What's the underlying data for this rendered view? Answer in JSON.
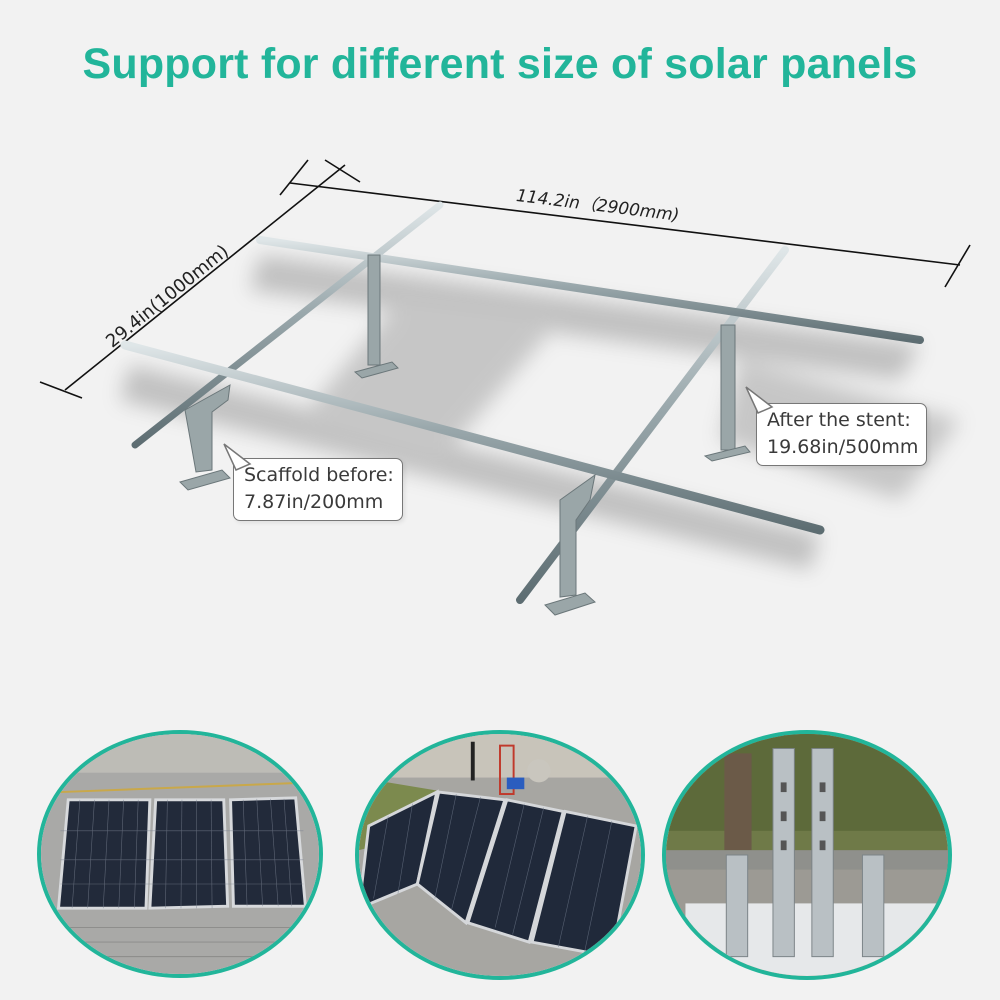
{
  "title": "Support for different size of solar panels",
  "accent_color": "#22b59a",
  "dimensions": {
    "depth_label": "29.4in(1000mm)",
    "length_label": "114.2in（2900mm)"
  },
  "callouts": {
    "before": {
      "line1": "Scaffold before:",
      "line2": "7.87in/200mm"
    },
    "after": {
      "line1": "After the stent:",
      "line2": "19.68in/500mm"
    }
  },
  "photos": [
    {
      "name": "low-tilt-panels",
      "description": "Solar panels mounted at low tilt on paving"
    },
    {
      "name": "high-tilt-panels",
      "description": "Solar panels mounted at high tilt on paving"
    },
    {
      "name": "bracket-legs",
      "description": "Short and tall bracket legs comparison"
    }
  ]
}
